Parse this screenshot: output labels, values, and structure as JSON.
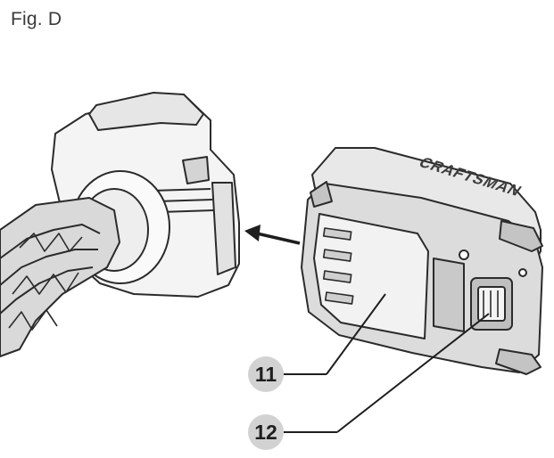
{
  "figure": {
    "label": "Fig. D"
  },
  "battery": {
    "brand": "CRAFTSMAN"
  },
  "callouts": [
    {
      "number": "11",
      "target": "battery-pack"
    },
    {
      "number": "12",
      "target": "battery-terminals"
    }
  ],
  "colors": {
    "line": "#2b2b2b",
    "fill_light": "#f4f4f4",
    "fill_mid": "#dedede",
    "fill_dark": "#b9b9b9",
    "callout_circle": "#d2d2d2"
  }
}
